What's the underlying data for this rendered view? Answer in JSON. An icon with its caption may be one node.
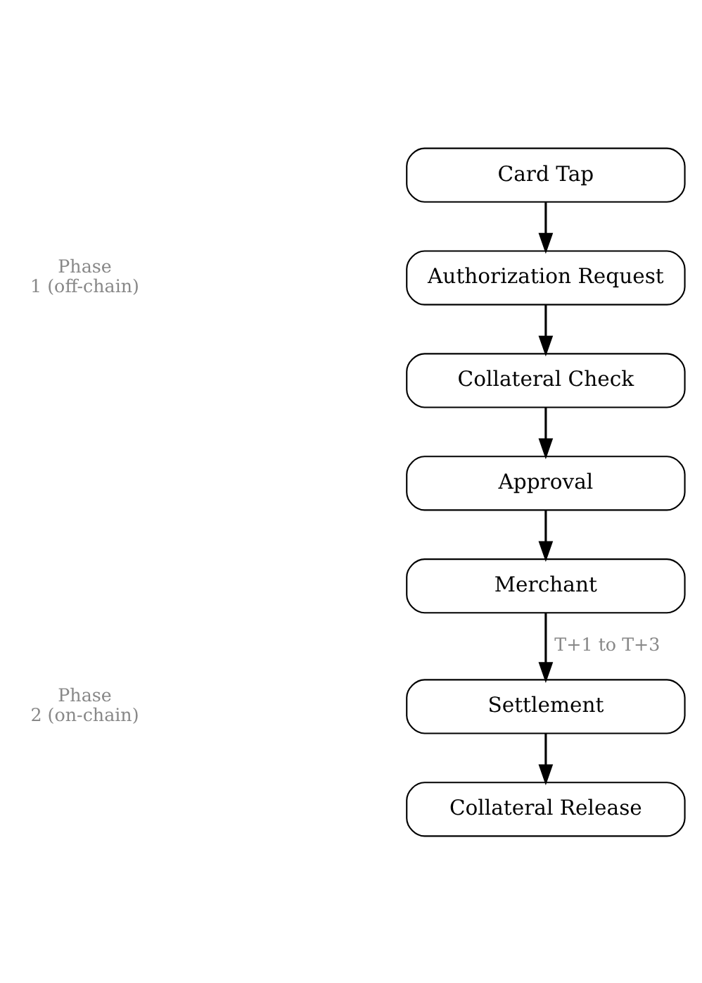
{
  "diagram": {
    "nodes": [
      {
        "text": [
          "Card Tap"
        ]
      },
      {
        "text": [
          "Authorization Request"
        ]
      },
      {
        "text": [
          "Collateral Check"
        ]
      },
      {
        "text": [
          "Approval"
        ]
      },
      {
        "text": [
          "Merchant"
        ]
      },
      {
        "text": [
          "Settlement"
        ]
      },
      {
        "text": [
          "Collateral Release"
        ]
      }
    ],
    "edges": [
      {
        "from": 0,
        "to": 1,
        "arrow": "to"
      },
      {
        "from": 1,
        "to": 2,
        "arrow": "to"
      },
      {
        "from": 2,
        "to": 3,
        "arrow": "to"
      },
      {
        "from": 3,
        "to": 4,
        "arrow": "to"
      },
      {
        "from": 4,
        "to": 5,
        "arrow": "to",
        "label": "T+1 to T+3"
      },
      {
        "from": 5,
        "to": 6,
        "arrow": "to"
      }
    ],
    "labels": [
      "Phase 1 (off-chain)",
      "Phase 2 (on-chain)"
    ]
  }
}
